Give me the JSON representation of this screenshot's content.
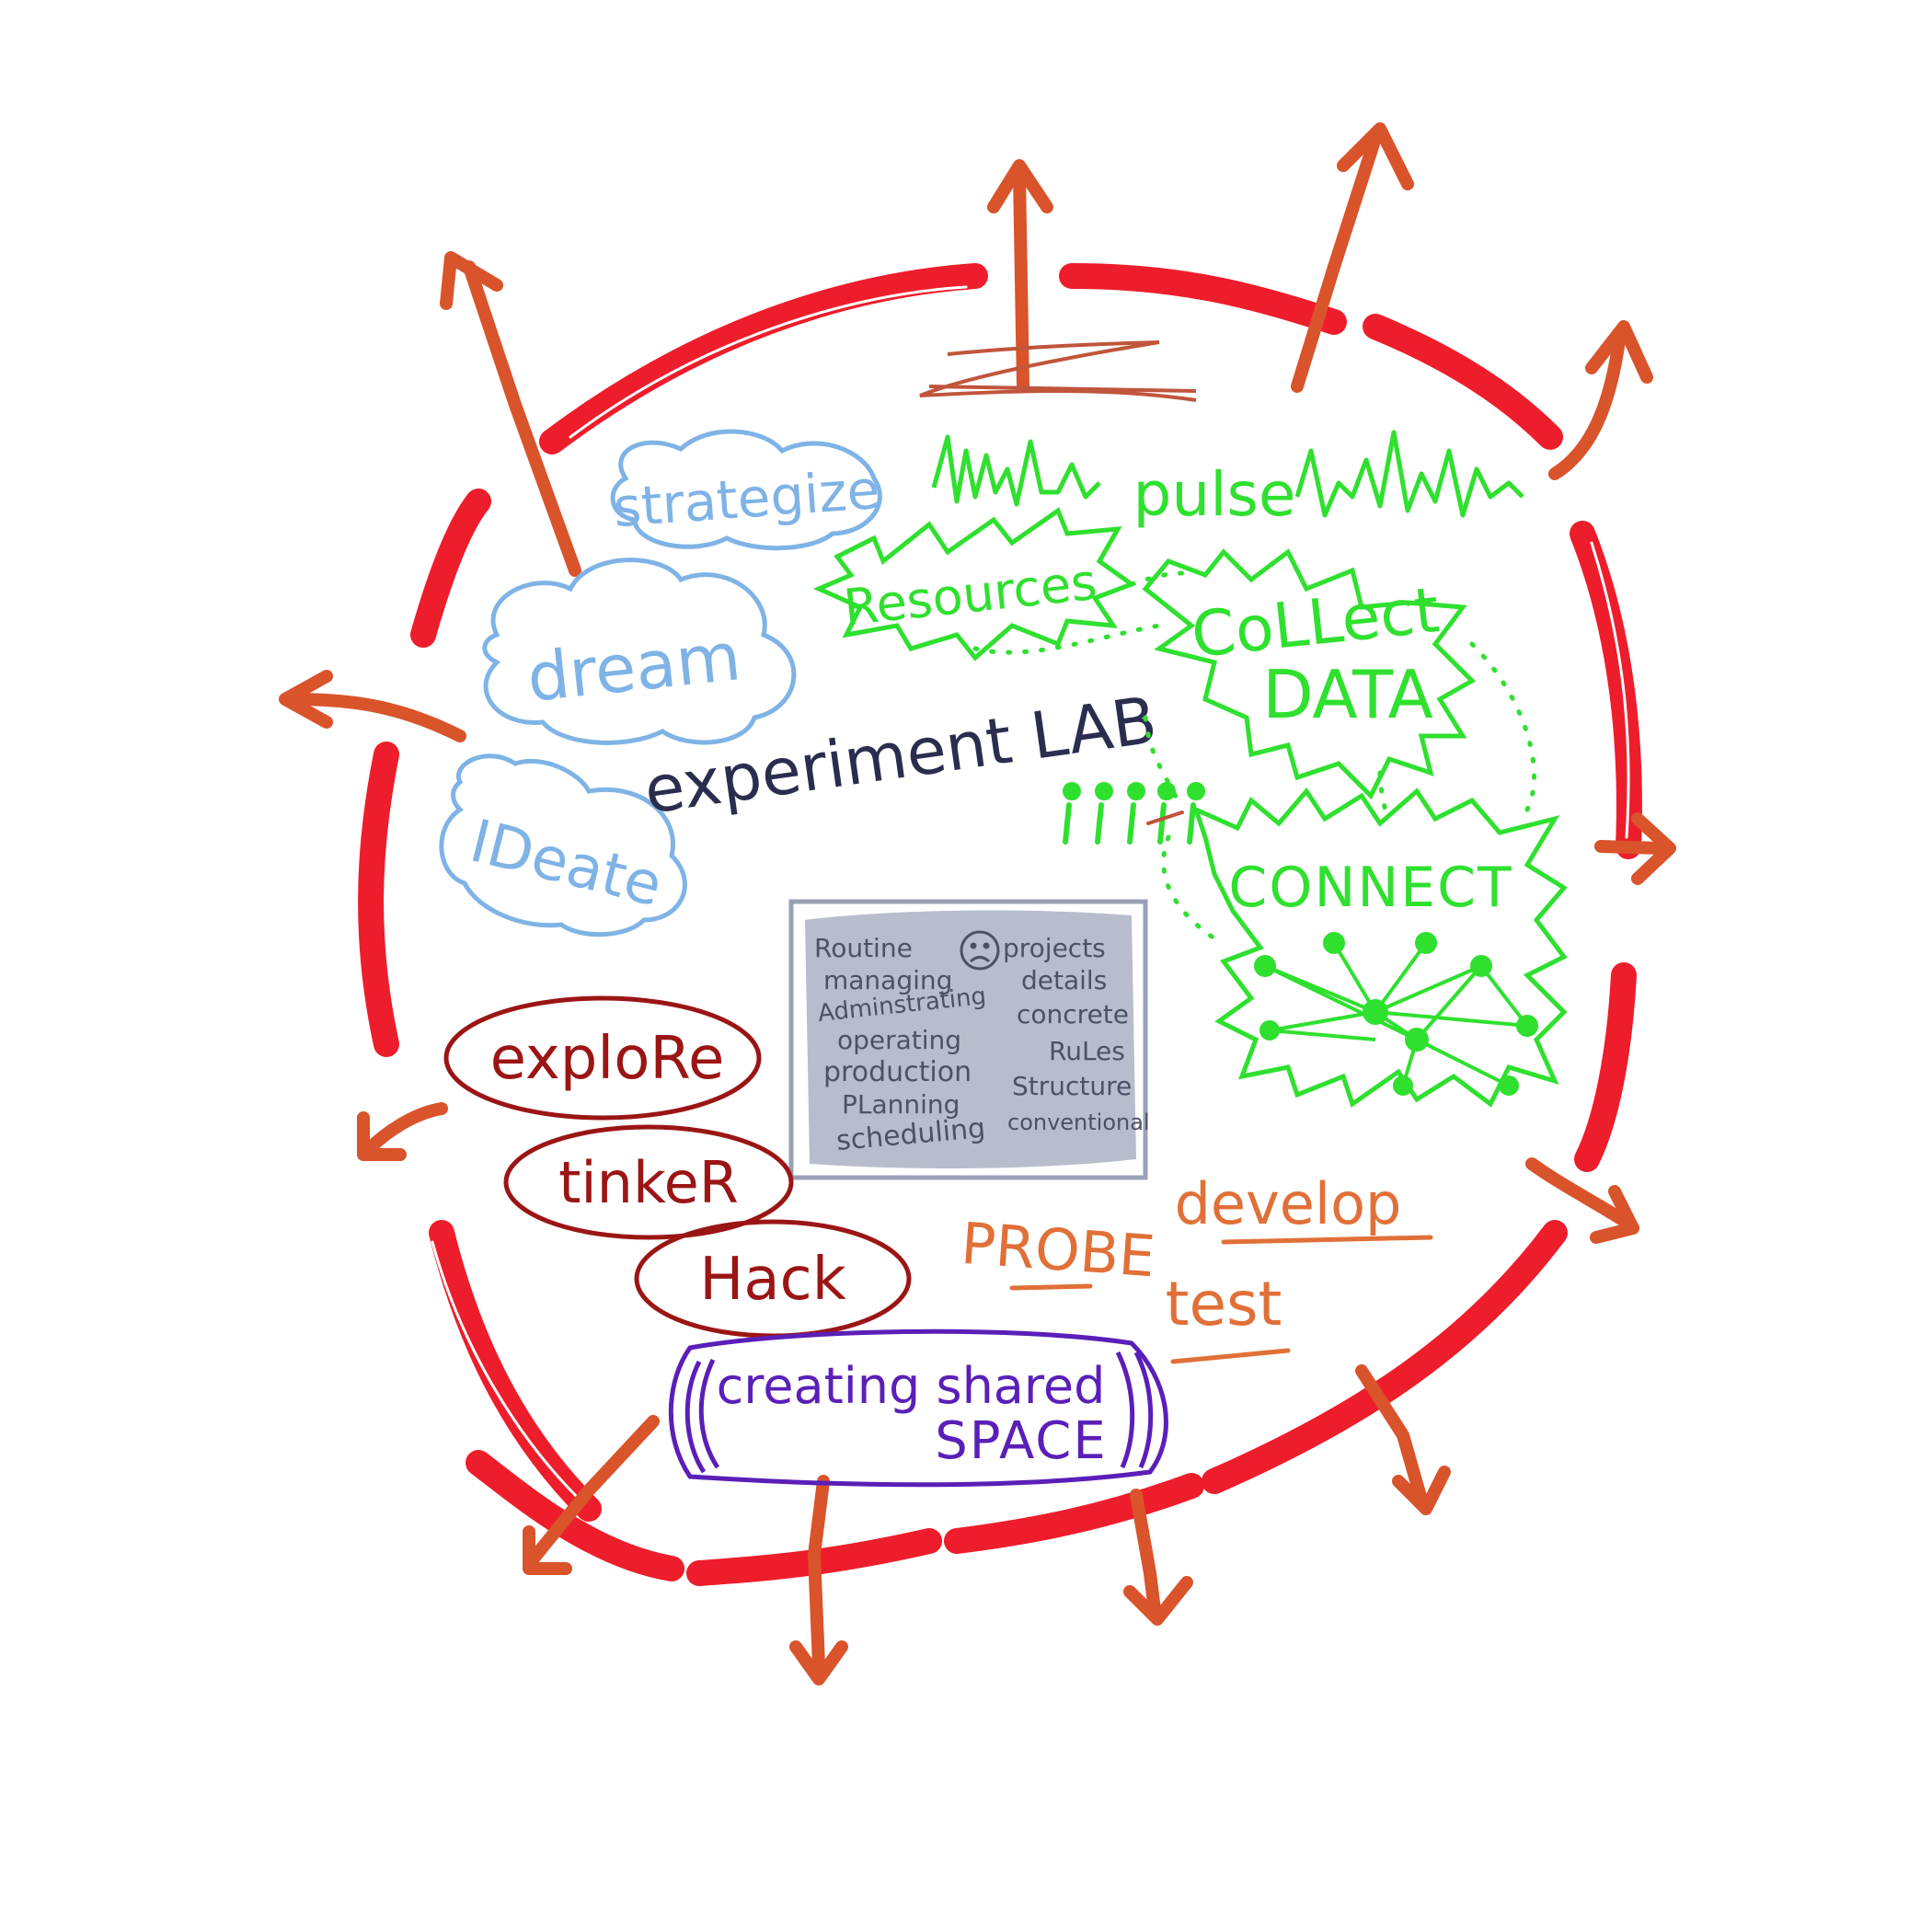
{
  "colors": {
    "ring": "#ee1d2b",
    "arrow": "#d9532b",
    "blue": "#7fb3e6",
    "navy": "#2a2d4e",
    "green": "#2fe02f",
    "maroon": "#9b1515",
    "orange": "#e07038",
    "purple": "#5a1fb8",
    "gray_fill": "#aab1c3",
    "gray_text": "#4b5266"
  },
  "center_label": "experiment LAB",
  "blue_words": {
    "strategize": "strategize",
    "dream": "dream",
    "ideate": "IDeate"
  },
  "green_words": {
    "pulse": "pulse",
    "resources": "Resources",
    "collect_line1": "CoLLect",
    "collect_line2": "DATA",
    "connect": "CONNECT"
  },
  "maroon_words": {
    "explore": "exploRe",
    "tinker": "tinkeR",
    "hack": "Hack"
  },
  "orange_words": {
    "develop": "develop",
    "probe": "PROBE",
    "test": "test"
  },
  "shared_space": {
    "line1": "creating shared",
    "line2": "SPACE"
  },
  "gray_box": {
    "rows": [
      [
        "Routine",
        "projects"
      ],
      [
        "managing",
        "details"
      ],
      [
        "Adminstrating",
        "concrete"
      ],
      [
        "operating",
        ""
      ],
      [
        "production",
        "RuLes"
      ],
      [
        "PLanning",
        "Structure"
      ],
      [
        "scheduling",
        "conventional"
      ]
    ]
  }
}
